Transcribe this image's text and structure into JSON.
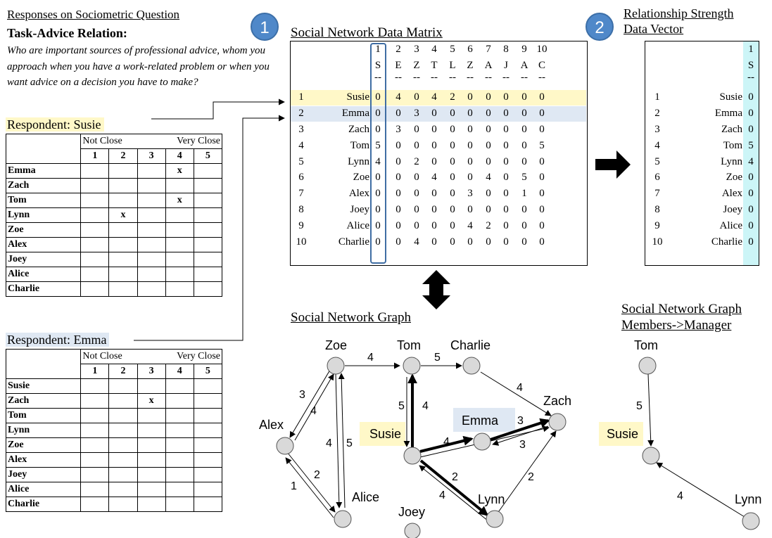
{
  "left": {
    "heading": "Responses on Sociometric Question",
    "relation_title": "Task-Advice Relation:",
    "question": "Who are important sources of professional advice, whom you approach when you have a work-related problem or when you want advice on a decision you have to make?",
    "scale_left": "Not Close",
    "scale_right": "Very Close",
    "scale_numbers": [
      "1",
      "2",
      "3",
      "4",
      "5"
    ],
    "mark": "x",
    "respondent_susie": {
      "label": "Respondent: Susie",
      "rows": [
        {
          "name": "Emma",
          "mark": 4
        },
        {
          "name": "Zach",
          "mark": 0
        },
        {
          "name": "Tom",
          "mark": 4
        },
        {
          "name": "Lynn",
          "mark": 2
        },
        {
          "name": "Zoe",
          "mark": 0
        },
        {
          "name": "Alex",
          "mark": 0
        },
        {
          "name": "Joey",
          "mark": 0
        },
        {
          "name": "Alice",
          "mark": 0
        },
        {
          "name": "Charlie",
          "mark": 0
        }
      ]
    },
    "respondent_emma": {
      "label": "Respondent: Emma",
      "rows": [
        {
          "name": "Susie",
          "mark": 0
        },
        {
          "name": "Zach",
          "mark": 3
        },
        {
          "name": "Tom",
          "mark": 0
        },
        {
          "name": "Lynn",
          "mark": 0
        },
        {
          "name": "Zoe",
          "mark": 0
        },
        {
          "name": "Alex",
          "mark": 0
        },
        {
          "name": "Joey",
          "mark": 0
        },
        {
          "name": "Alice",
          "mark": 0
        },
        {
          "name": "Charlie",
          "mark": 0
        }
      ]
    }
  },
  "step1": {
    "number": "1",
    "title": "Social Network Data Matrix"
  },
  "step2": {
    "number": "2",
    "title_line1": "Relationship Strength",
    "title_line2": "Data Vector"
  },
  "matrix": {
    "col_numbers": [
      "1",
      "2",
      "3",
      "4",
      "5",
      "6",
      "7",
      "8",
      "9",
      "10"
    ],
    "col_letters": [
      "S",
      "E",
      "Z",
      "T",
      "L",
      "Z",
      "A",
      "J",
      "A",
      "C"
    ],
    "dash": "--",
    "rows": [
      {
        "idx": "1",
        "name": "Susie",
        "values": [
          "0",
          "4",
          "0",
          "4",
          "2",
          "0",
          "0",
          "0",
          "0",
          "0"
        ]
      },
      {
        "idx": "2",
        "name": "Emma",
        "values": [
          "0",
          "0",
          "3",
          "0",
          "0",
          "0",
          "0",
          "0",
          "0",
          "0"
        ]
      },
      {
        "idx": "3",
        "name": "Zach",
        "values": [
          "0",
          "3",
          "0",
          "0",
          "0",
          "0",
          "0",
          "0",
          "0",
          "0"
        ]
      },
      {
        "idx": "4",
        "name": "Tom",
        "values": [
          "5",
          "0",
          "0",
          "0",
          "0",
          "0",
          "0",
          "0",
          "0",
          "5"
        ]
      },
      {
        "idx": "5",
        "name": "Lynn",
        "values": [
          "4",
          "0",
          "2",
          "0",
          "0",
          "0",
          "0",
          "0",
          "0",
          "0"
        ]
      },
      {
        "idx": "6",
        "name": "Zoe",
        "values": [
          "0",
          "0",
          "0",
          "4",
          "0",
          "0",
          "4",
          "0",
          "5",
          "0"
        ]
      },
      {
        "idx": "7",
        "name": "Alex",
        "values": [
          "0",
          "0",
          "0",
          "0",
          "0",
          "3",
          "0",
          "0",
          "1",
          "0"
        ]
      },
      {
        "idx": "8",
        "name": "Joey",
        "values": [
          "0",
          "0",
          "0",
          "0",
          "0",
          "0",
          "0",
          "0",
          "0",
          "0"
        ]
      },
      {
        "idx": "9",
        "name": "Alice",
        "values": [
          "0",
          "0",
          "0",
          "0",
          "0",
          "4",
          "2",
          "0",
          "0",
          "0"
        ]
      },
      {
        "idx": "10",
        "name": "Charlie",
        "values": [
          "0",
          "0",
          "4",
          "0",
          "0",
          "0",
          "0",
          "0",
          "0",
          "0"
        ]
      }
    ],
    "highlight_row_colors": [
      "#fff8c8",
      "#dfe8f3"
    ]
  },
  "vector": {
    "col_number": "1",
    "col_letter": "S",
    "dash": "--",
    "highlight_color": "#ccf5f7"
  },
  "graph": {
    "title": "Social Network Graph",
    "people": {
      "zoe": "Zoe",
      "tom": "Tom",
      "charlie": "Charlie",
      "zach": "Zach",
      "alex": "Alex",
      "susie": "Susie",
      "emma": "Emma",
      "lynn": "Lynn",
      "alice": "Alice",
      "joey": "Joey"
    },
    "edge_weights": {
      "zoe_tom": "4",
      "tom_charlie": "5",
      "charlie_zach": "4",
      "zoe_alex": "3",
      "alex_zoe": "4",
      "zoe_alice": "4",
      "alice_zoe": "5",
      "tom_susie": "5",
      "susie_tom": "4",
      "susie_emma": "4",
      "emma_zach": "3",
      "zach_emma": "3",
      "susie_lynn": "4",
      "lynn_susie": "2",
      "lynn_zach": "2",
      "alice_alex": "2",
      "alex_alice": "1"
    }
  },
  "graph2": {
    "title_line1": "Social Network Graph",
    "title_line2": "Members->Manager",
    "tom": "Tom",
    "susie": "Susie",
    "lynn": "Lynn",
    "w_tom": "5",
    "w_lynn": "4"
  }
}
